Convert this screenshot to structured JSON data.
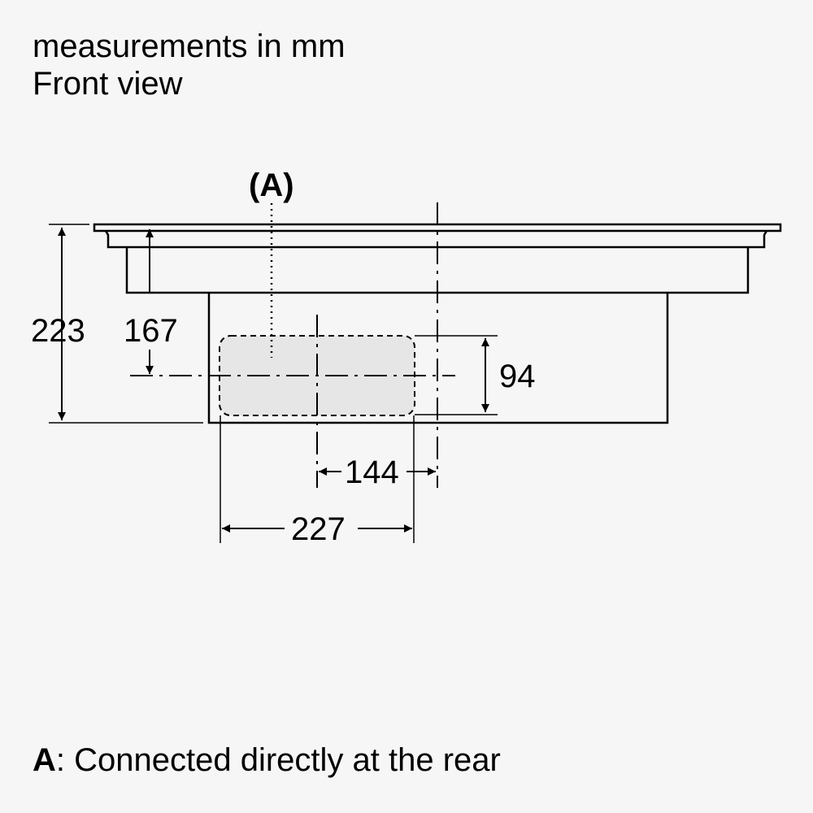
{
  "header": {
    "line1": "measurements in mm",
    "line2": "Front view"
  },
  "diagram": {
    "label_A": "(A)",
    "dimensions": {
      "total_height": "223",
      "axis_height": "167",
      "opening_height": "94",
      "offset": "144",
      "opening_width": "227"
    }
  },
  "footnote": {
    "key": "A",
    "text": ": Connected directly at the rear"
  },
  "colors": {
    "background": "#f6f6f6",
    "outline": "#000000",
    "opening_fill": "#e6e6e6"
  }
}
